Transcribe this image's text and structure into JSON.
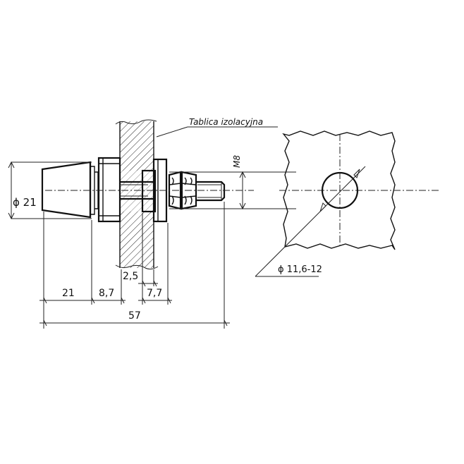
{
  "labels": {
    "panel_note": "Tablica izolacyjna",
    "thread": "M8",
    "diameter_knob": "ϕ 21",
    "diameter_hole": "ϕ 11,6-12",
    "dim_21": "21",
    "dim_8_7": "8,7",
    "dim_2_5": "2,5",
    "dim_7_7": "7,7",
    "dim_57": "57"
  }
}
